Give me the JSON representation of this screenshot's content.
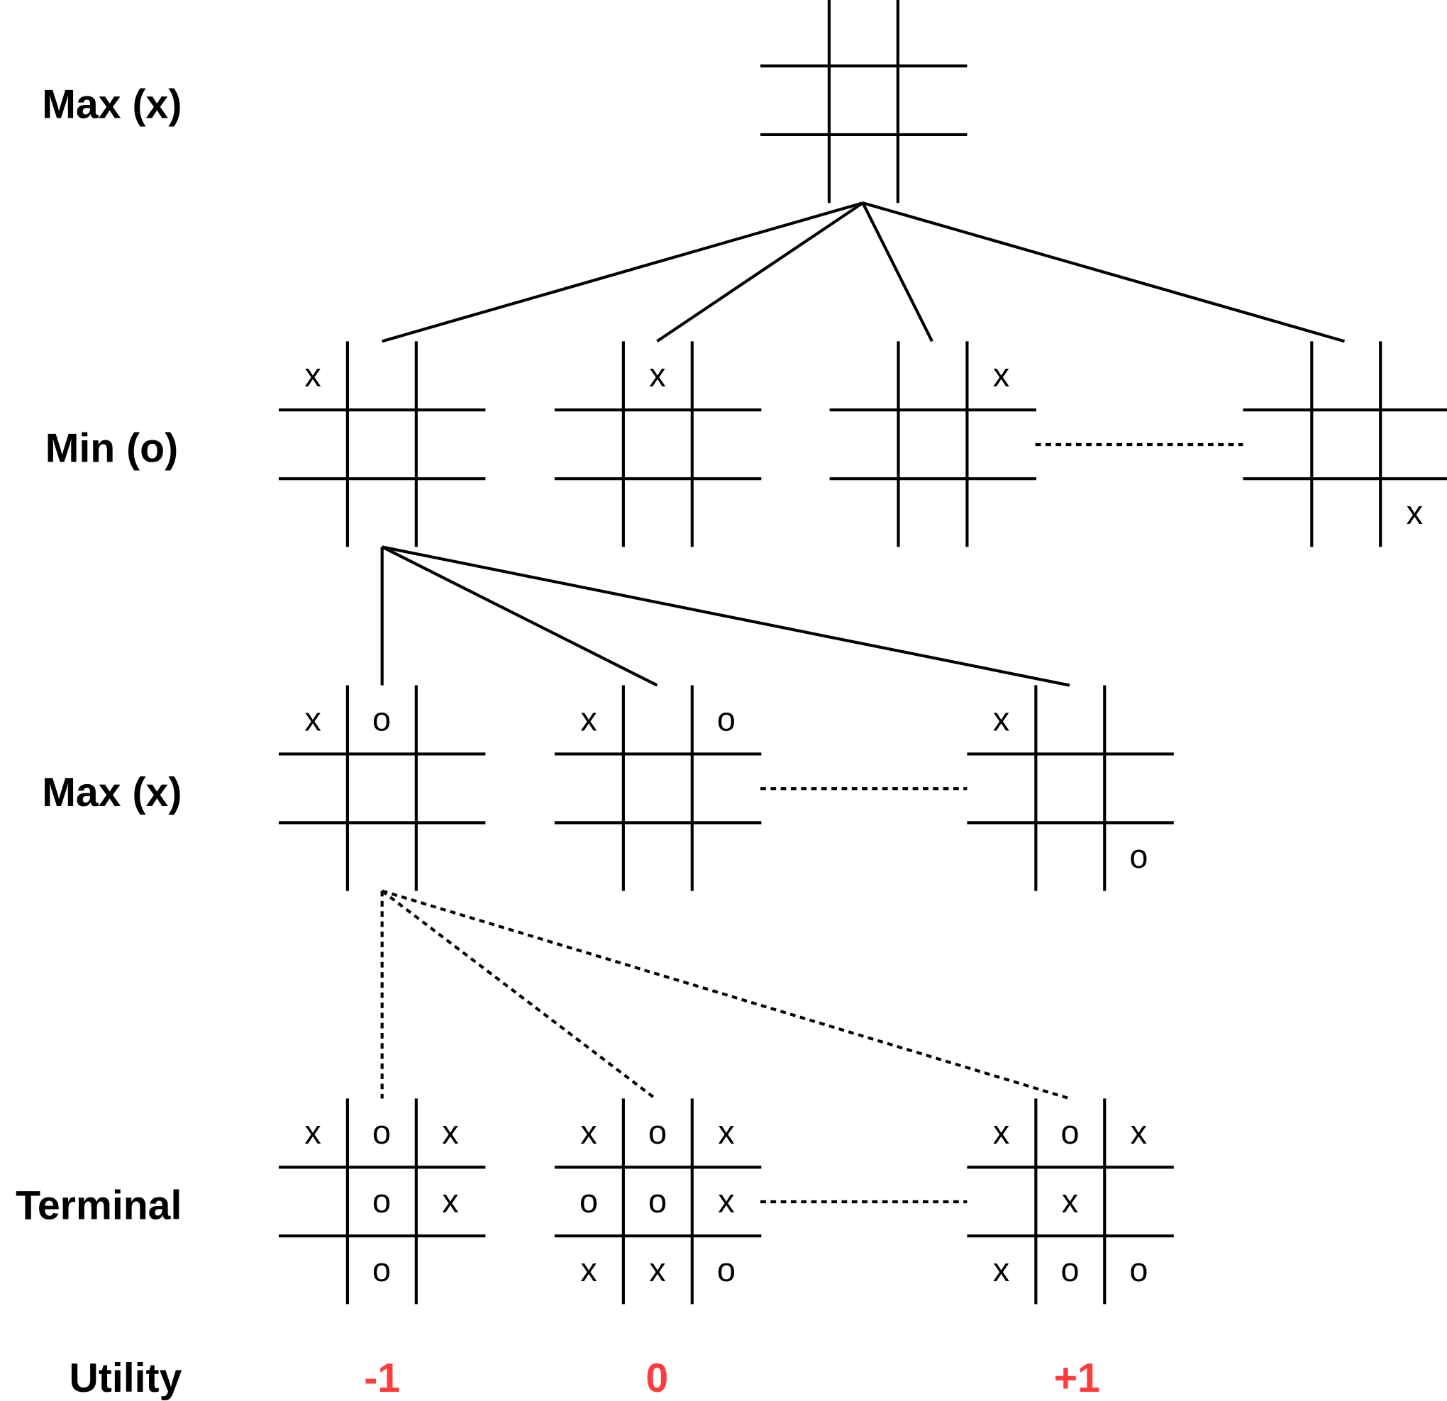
{
  "levels": {
    "root": "Max (x)",
    "min": "Min (o)",
    "max": "Max (x)",
    "terminal": "Terminal",
    "utility": "Utility"
  },
  "boards": {
    "root": [
      "",
      "",
      "",
      "",
      "",
      "",
      "",
      "",
      ""
    ],
    "min": [
      [
        "x",
        "",
        "",
        "",
        "",
        "",
        "",
        "",
        ""
      ],
      [
        "",
        "x",
        "",
        "",
        "",
        "",
        "",
        "",
        ""
      ],
      [
        "",
        "",
        "x",
        "",
        "",
        "",
        "",
        "",
        ""
      ],
      [
        "",
        "",
        "",
        "",
        "",
        "",
        "",
        "",
        "x"
      ]
    ],
    "max": [
      [
        "x",
        "o",
        "",
        "",
        "",
        "",
        "",
        "",
        ""
      ],
      [
        "x",
        "",
        "o",
        "",
        "",
        "",
        "",
        "",
        ""
      ],
      [
        "x",
        "",
        "",
        "",
        "",
        "",
        "",
        "",
        "o"
      ]
    ],
    "terminal": [
      [
        "x",
        "o",
        "x",
        "",
        "o",
        "x",
        "",
        "o",
        ""
      ],
      [
        "x",
        "o",
        "x",
        "o",
        "o",
        "x",
        "x",
        "x",
        "o"
      ],
      [
        "x",
        "o",
        "x",
        "",
        "x",
        "",
        "x",
        "o",
        "o"
      ]
    ]
  },
  "utilities": [
    "-1",
    "0",
    "+1"
  ],
  "colors": {
    "utility": "#ff3b3b",
    "lines": "#000000"
  }
}
